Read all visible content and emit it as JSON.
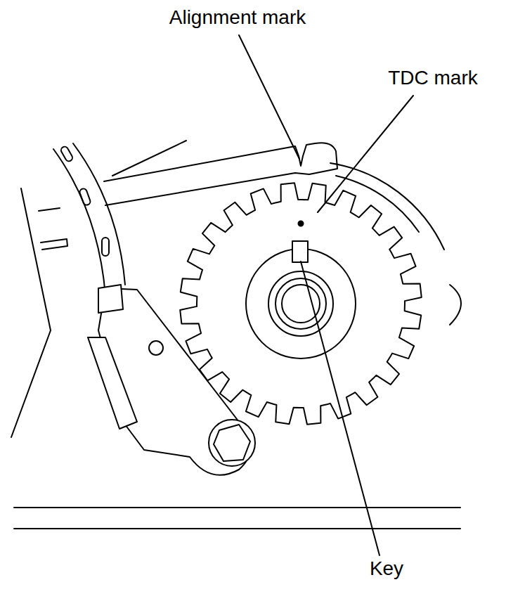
{
  "diagram": {
    "labels": [
      "Alignment mark",
      "TDC mark",
      "Key"
    ]
  }
}
